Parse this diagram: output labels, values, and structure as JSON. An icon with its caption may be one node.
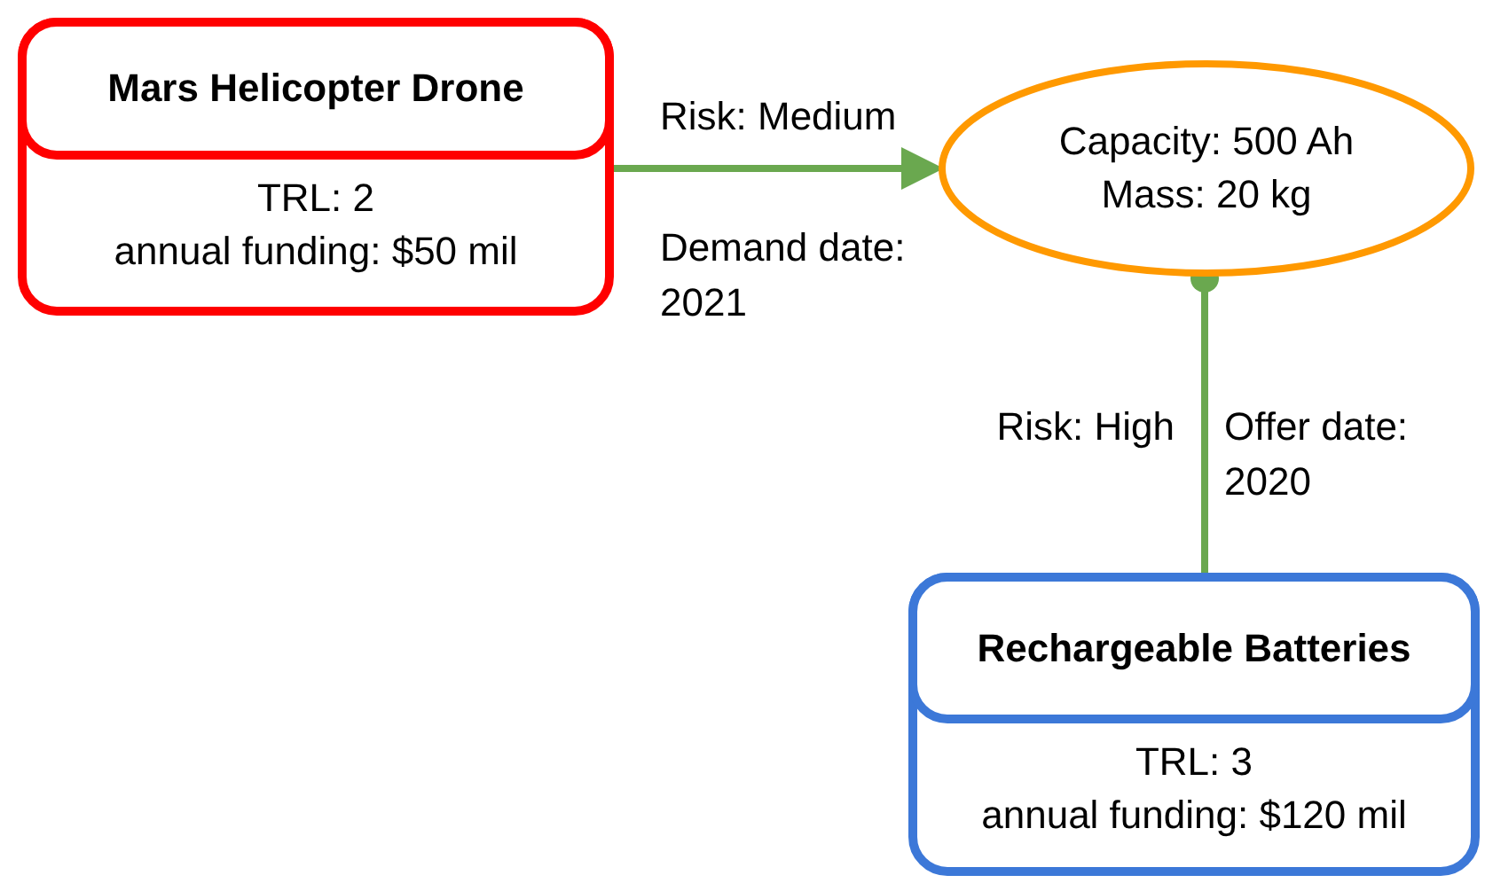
{
  "diagram": {
    "nodes": [
      {
        "text": [
          "Mars Helicopter Drone",
          "TRL: 2",
          "annual funding: $50 mil"
        ]
      },
      {
        "text": [
          "Capacity: 500 Ah Mass: 20 kg"
        ]
      },
      {
        "text": [
          "Rechargeable Batteries",
          "TRL: 3",
          "annual funding: $120 mil"
        ]
      }
    ],
    "edges": [
      {
        "from": 0,
        "to": 1,
        "arrow": "to",
        "label": "Risk: Medium"
      },
      {
        "from": 2,
        "to": 1,
        "arrow": "other",
        "label": "Risk: High"
      }
    ],
    "labels": [
      "Demand date: 2021",
      "Offer date: 2020"
    ]
  }
}
